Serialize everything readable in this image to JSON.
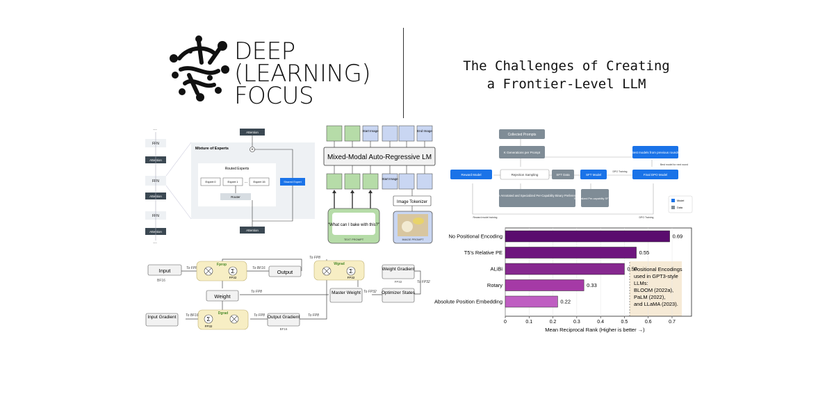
{
  "logo": {
    "line1": "DEEP",
    "line2": "(LEARNING)",
    "line3": "FOCUS"
  },
  "headline": {
    "line1": "The Challenges of Creating",
    "line2": "a Frontier-Level LLM"
  },
  "moe": {
    "ffn": "FFN",
    "attention": "Attention",
    "dots": "...",
    "title": "Mixture of Experts",
    "routed": "Routed Experts",
    "experts": [
      "Expert 0",
      "Expert 1",
      "Expert 15"
    ],
    "router": "Router",
    "shared": "Shared Expert"
  },
  "mixed": {
    "title": "Mixed-Modal Auto-Regressive LM",
    "start_image": "Start Image",
    "end_image": "End Image",
    "tokenizer": "Image Tokenizer",
    "prompt_text": "“What can I bake with this?”",
    "text_prompt": "TEXT PROMPT",
    "image_prompt": "IMAGE PROMPT"
  },
  "fp8": {
    "input": "Input",
    "bf16": "BF16",
    "fprop": "Fprop",
    "fp32": "FP32",
    "output": "Output",
    "wgrad": "Wgrad",
    "weight_gradient": "Weight Gradient",
    "weight": "Weight",
    "master_weight": "Master Weight",
    "optimizer_states": "Optimizer States",
    "dgrad": "Dgrad",
    "input_gradient": "Input Gradient",
    "output_gradient": "Output Gradient",
    "to_fp8": "To FP8",
    "to_bf16": "To BF16",
    "to_fp32": "To FP32"
  },
  "pipeline": {
    "collected": "Collected Prompts",
    "kgen": "K Generations per Prompt",
    "best": "Best models from previous rounds",
    "best_next": "Best model for next round",
    "reward": "Reward Model",
    "rejection": "Rejection Sampling",
    "sft_data": "SFT Data",
    "sft_model": "SFT Model",
    "dpo_training": "DPO Training",
    "final_dpo": "Final DPO Model",
    "pairwise": "Pairwise Annotated and Specialized Per-Capability Binary Preference Data",
    "specialized": "Specialized Per-capability SFT data",
    "reward_training": "Reward model training",
    "dpo_training2": "DPO Training",
    "legend_model": "Model",
    "legend_data": "Data",
    "colors": {
      "model": "#1a73e8",
      "data": "#7f8c96"
    }
  },
  "chart_data": {
    "type": "bar",
    "categories": [
      "No Positional Encoding",
      "T5's Relative PE",
      "ALiBi",
      "Rotary",
      "Absolute Position Embedding"
    ],
    "values": [
      0.69,
      0.55,
      0.5,
      0.33,
      0.22
    ],
    "value_labels": [
      "0.69",
      "0.55",
      "0.50",
      "0.33",
      "0.22"
    ],
    "xlabel": "Mean Reciprocal Rank (Higher is better →)",
    "xlim": [
      0,
      0.7
    ],
    "ticks": [
      "0",
      "0.1",
      "0.2",
      "0.3",
      "0.4",
      "0.5",
      "0.6",
      "0.7"
    ],
    "colors": [
      "#5a0c6e",
      "#6e157e",
      "#86288f",
      "#a53aa6",
      "#bf5ec2"
    ],
    "annotation": [
      "Positional Encodings",
      "used in GPT3-style",
      "LLMs:",
      "BLOOM (2022a),",
      "PaLM (2022),",
      "and LLaMA (2023)."
    ],
    "highlight_color": "#f6ead6"
  }
}
